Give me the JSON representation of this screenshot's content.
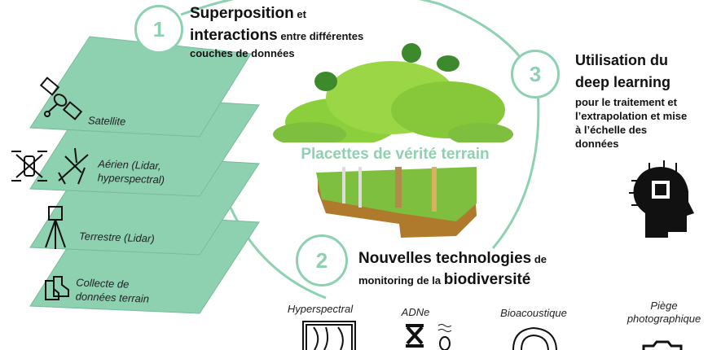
{
  "accent_color": "#8dd1b1",
  "layer_color": "#8dd1b1",
  "section1": {
    "number": "1",
    "title_bold": "Superposition",
    "title_rest": " et",
    "line2_bold": "interactions",
    "line2_rest": " entre différentes",
    "line3": "couches de données"
  },
  "layers": [
    {
      "label": "Satellite",
      "icon": "satellite-icon"
    },
    {
      "label": "Aérien (Lidar,",
      "label2": "hyperspectral)",
      "icon": "airplane-icon",
      "icon2": "drone-icon"
    },
    {
      "label": "Terrestre (Lidar)",
      "icon": "lidar-tripod-icon"
    },
    {
      "label": "Collecte de",
      "label2": "données terrain",
      "icon": "boots-icon"
    }
  ],
  "center": {
    "label": "Placettes de vérité terrain"
  },
  "section3": {
    "number": "3",
    "title1": "Utilisation du",
    "title2": "deep learning",
    "desc": [
      "pour le traitement et",
      "l’extrapolation et mise",
      "à l’échelle des",
      "données"
    ],
    "icon": "ai-head-icon"
  },
  "section2": {
    "number": "2",
    "title_bold": "Nouvelles technologies",
    "title_rest": " de",
    "line2_rest": "monitoring de la ",
    "line2_bold": "biodiversité"
  },
  "technologies": [
    {
      "label": "Hyperspectral",
      "icon": "hyperspectral-icon"
    },
    {
      "label": "ADNe",
      "icon": "dna-icon"
    },
    {
      "label": "Bioacoustique",
      "icon": "bioacoustic-icon"
    },
    {
      "label": "Piège",
      "label2": "photographique",
      "icon": "camera-icon"
    }
  ]
}
